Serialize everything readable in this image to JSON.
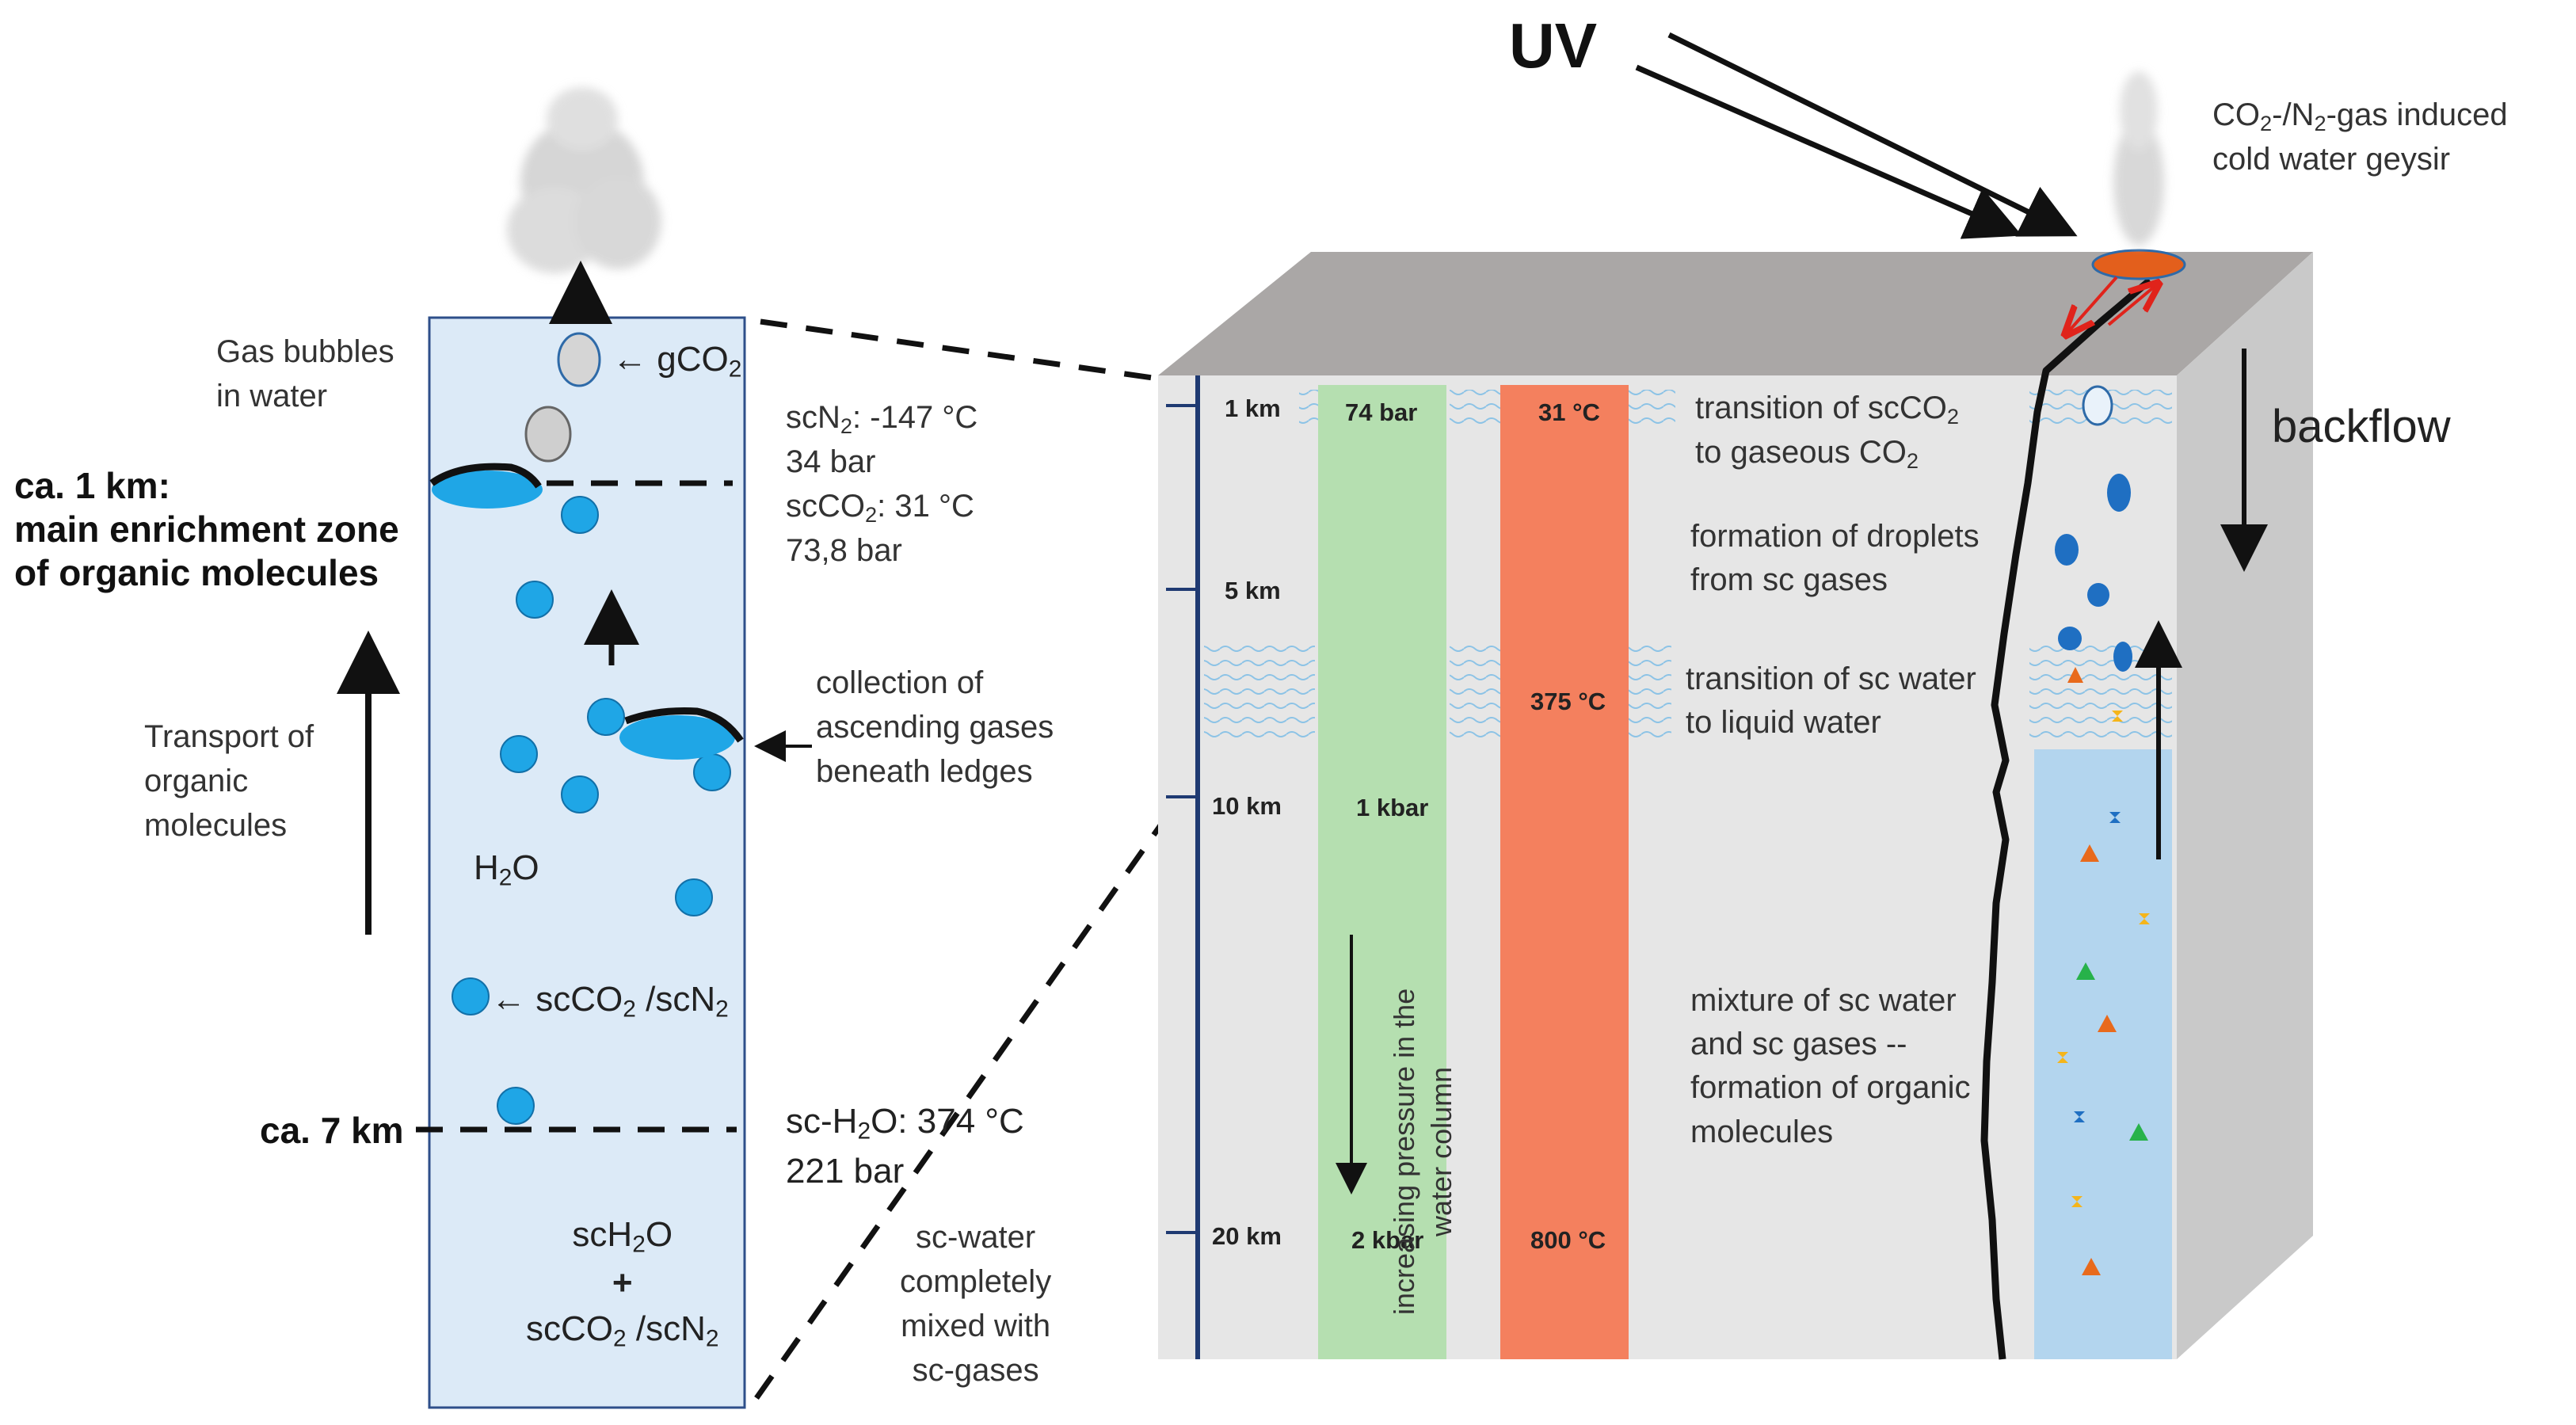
{
  "uv": "UV",
  "geysir": [
    "CO",
    "-/N",
    "-gas induced",
    "cold water geysir"
  ],
  "backflow": "backflow",
  "left_column": {
    "gas_bubbles": [
      "Gas bubbles",
      "in water"
    ],
    "gco2": [
      "← gCO",
      "2"
    ],
    "sc_n2": [
      "scN",
      "2",
      ": -147 °C",
      "34 bar"
    ],
    "sc_co2": [
      "scCO",
      "2",
      ": 31 °C",
      "73,8 bar"
    ],
    "depth_1km": [
      "ca. 1 km:",
      "main enrichment zone",
      "of organic molecules"
    ],
    "transport": [
      "Transport of",
      "organic",
      "molecules"
    ],
    "collection": [
      "collection of",
      "ascending gases",
      "beneath ledges"
    ],
    "h2o": [
      "H",
      "2",
      "O"
    ],
    "sc_gases": [
      "← scCO",
      "2",
      " /scN",
      "2"
    ],
    "depth_7km": "ca. 7 km",
    "sc_water_crit": [
      "sc-H",
      "2",
      "O: 374 °C",
      "221 bar"
    ],
    "bottom_mix": [
      "scH",
      "2",
      "O",
      "+",
      "scCO",
      "2",
      " /scN",
      "2"
    ],
    "mixed_text": [
      "sc-water",
      "completely",
      "mixed with",
      "sc-gases"
    ]
  },
  "block": {
    "depths": [
      "1 km",
      "5 km",
      "10 km",
      "20 km"
    ],
    "pressures": [
      "74 bar",
      "1 kbar",
      "2 kbar"
    ],
    "pressure_axis": [
      "increasing pressure in the",
      "water column"
    ],
    "temperatures": [
      "31 °C",
      "375 °C",
      "800 °C"
    ],
    "transitions": {
      "t1": [
        "transition of scCO",
        "2",
        "to gaseous CO",
        "2"
      ],
      "t2": [
        "formation of droplets",
        "from sc gases"
      ],
      "t3": [
        "transition of sc water",
        "to liquid water"
      ],
      "t4": [
        "mixture of sc water",
        "and sc gases --",
        "formation of organic",
        "molecules"
      ]
    }
  },
  "colors": {
    "column_fill": "#dceaf7",
    "column_stroke": "#2e4f8a",
    "droplet": "#1fa6e6",
    "pressure_band": "#b5dfb0",
    "temp_band": "#f4805e",
    "block_front": "#e6e6e6",
    "block_top": "#aaa7a6",
    "block_side": "#c9c9c9",
    "water_column": "#b3d5ee"
  }
}
